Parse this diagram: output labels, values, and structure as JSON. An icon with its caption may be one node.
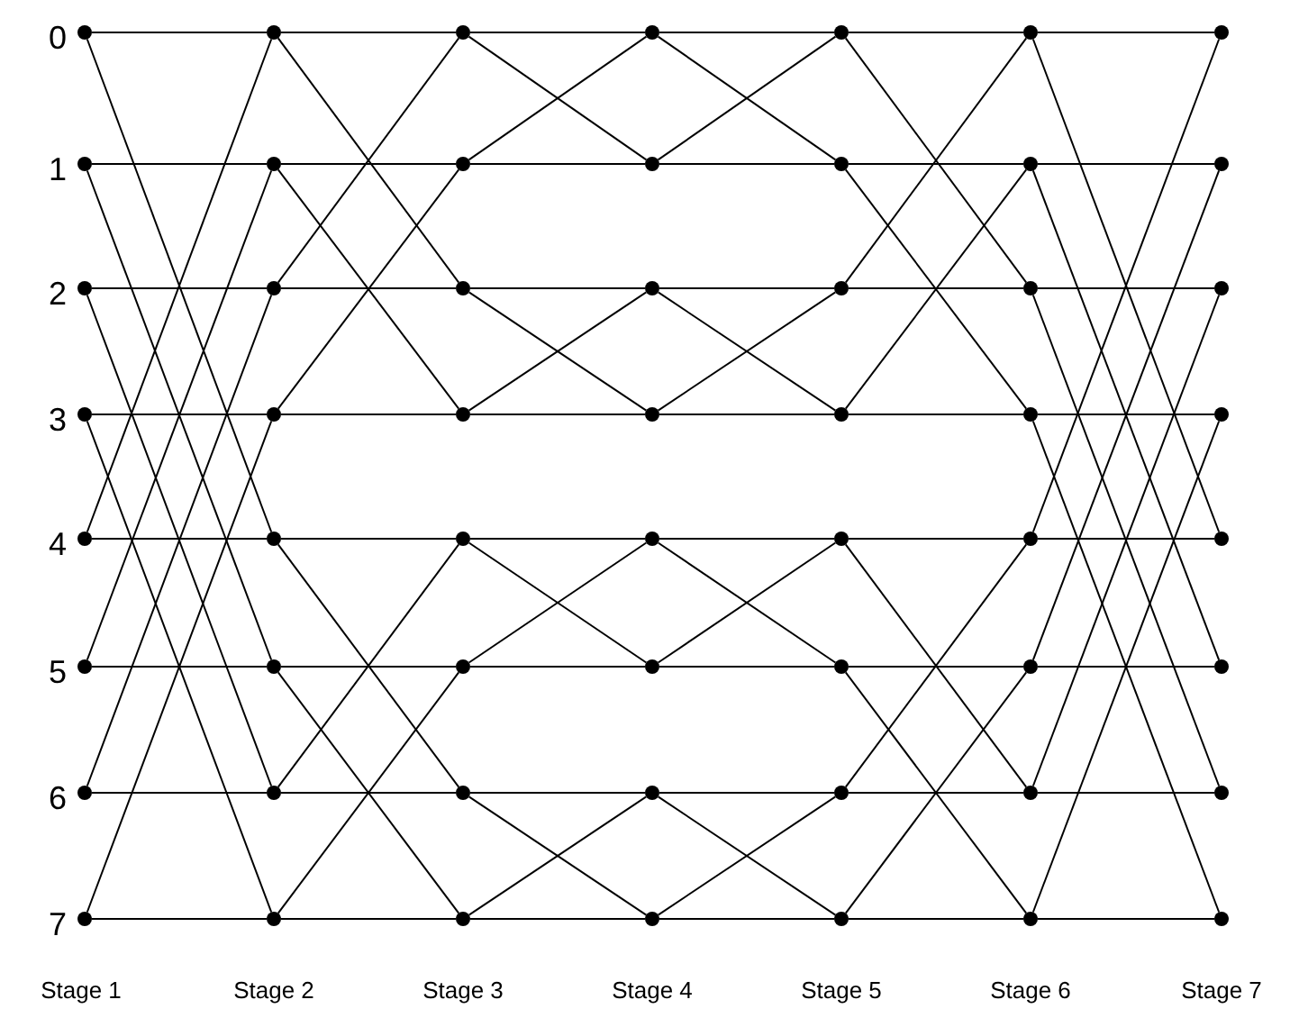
{
  "diagram": {
    "nodes": [
      {
        "text": [],
        "shape": "circle",
        "beside": [
          "0"
        ]
      },
      {
        "text": [],
        "shape": "circle"
      },
      {
        "text": [],
        "shape": "circle"
      },
      {
        "text": [],
        "shape": "circle"
      },
      {
        "text": [],
        "shape": "circle"
      },
      {
        "text": [],
        "shape": "circle"
      },
      {
        "text": [],
        "shape": "circle"
      },
      {
        "text": [],
        "shape": "circle",
        "beside": [
          "1"
        ]
      },
      {
        "text": [],
        "shape": "circle"
      },
      {
        "text": [],
        "shape": "circle"
      },
      {
        "text": [],
        "shape": "circle"
      },
      {
        "text": [],
        "shape": "circle"
      },
      {
        "text": [],
        "shape": "circle"
      },
      {
        "text": [],
        "shape": "circle"
      },
      {
        "text": [],
        "shape": "circle",
        "beside": [
          "2"
        ]
      },
      {
        "text": [],
        "shape": "circle"
      },
      {
        "text": [],
        "shape": "circle"
      },
      {
        "text": [],
        "shape": "circle"
      },
      {
        "text": [],
        "shape": "circle"
      },
      {
        "text": [],
        "shape": "circle"
      },
      {
        "text": [],
        "shape": "circle"
      },
      {
        "text": [],
        "shape": "circle",
        "beside": [
          "3"
        ]
      },
      {
        "text": [],
        "shape": "circle"
      },
      {
        "text": [],
        "shape": "circle"
      },
      {
        "text": [],
        "shape": "circle"
      },
      {
        "text": [],
        "shape": "circle"
      },
      {
        "text": [],
        "shape": "circle"
      },
      {
        "text": [],
        "shape": "circle"
      },
      {
        "text": [],
        "shape": "circle",
        "beside": [
          "4"
        ]
      },
      {
        "text": [],
        "shape": "circle"
      },
      {
        "text": [],
        "shape": "circle"
      },
      {
        "text": [],
        "shape": "circle"
      },
      {
        "text": [],
        "shape": "circle"
      },
      {
        "text": [],
        "shape": "circle"
      },
      {
        "text": [],
        "shape": "circle"
      },
      {
        "text": [],
        "shape": "circle",
        "beside": [
          "5"
        ]
      },
      {
        "text": [],
        "shape": "circle"
      },
      {
        "text": [],
        "shape": "circle"
      },
      {
        "text": [],
        "shape": "circle"
      },
      {
        "text": [],
        "shape": "circle"
      },
      {
        "text": [],
        "shape": "circle"
      },
      {
        "text": [],
        "shape": "circle"
      },
      {
        "text": [],
        "shape": "circle",
        "beside": [
          "6"
        ]
      },
      {
        "text": [],
        "shape": "circle"
      },
      {
        "text": [],
        "shape": "circle"
      },
      {
        "text": [],
        "shape": "circle"
      },
      {
        "text": [],
        "shape": "circle"
      },
      {
        "text": [],
        "shape": "circle"
      },
      {
        "text": [],
        "shape": "circle"
      },
      {
        "text": [],
        "shape": "circle",
        "beside": [
          "7"
        ]
      },
      {
        "text": [],
        "shape": "circle"
      },
      {
        "text": [],
        "shape": "circle"
      },
      {
        "text": [],
        "shape": "circle"
      },
      {
        "text": [],
        "shape": "circle"
      },
      {
        "text": [],
        "shape": "circle"
      },
      {
        "text": [],
        "shape": "circle"
      }
    ],
    "edges": [
      {
        "from": 0,
        "to": 1,
        "arrow": "none"
      },
      {
        "from": 0,
        "to": 29,
        "arrow": "none"
      },
      {
        "from": 7,
        "to": 8,
        "arrow": "none"
      },
      {
        "from": 7,
        "to": 36,
        "arrow": "none"
      },
      {
        "from": 14,
        "to": 15,
        "arrow": "none"
      },
      {
        "from": 14,
        "to": 43,
        "arrow": "none"
      },
      {
        "from": 21,
        "to": 22,
        "arrow": "none"
      },
      {
        "from": 21,
        "to": 50,
        "arrow": "none"
      },
      {
        "from": 28,
        "to": 29,
        "arrow": "none"
      },
      {
        "from": 28,
        "to": 1,
        "arrow": "none"
      },
      {
        "from": 35,
        "to": 36,
        "arrow": "none"
      },
      {
        "from": 35,
        "to": 8,
        "arrow": "none"
      },
      {
        "from": 42,
        "to": 43,
        "arrow": "none"
      },
      {
        "from": 42,
        "to": 15,
        "arrow": "none"
      },
      {
        "from": 49,
        "to": 50,
        "arrow": "none"
      },
      {
        "from": 49,
        "to": 22,
        "arrow": "none"
      },
      {
        "from": 1,
        "to": 2,
        "arrow": "none"
      },
      {
        "from": 1,
        "to": 16,
        "arrow": "none"
      },
      {
        "from": 8,
        "to": 9,
        "arrow": "none"
      },
      {
        "from": 8,
        "to": 23,
        "arrow": "none"
      },
      {
        "from": 15,
        "to": 16,
        "arrow": "none"
      },
      {
        "from": 15,
        "to": 2,
        "arrow": "none"
      },
      {
        "from": 22,
        "to": 23,
        "arrow": "none"
      },
      {
        "from": 22,
        "to": 9,
        "arrow": "none"
      },
      {
        "from": 29,
        "to": 30,
        "arrow": "none"
      },
      {
        "from": 29,
        "to": 44,
        "arrow": "none"
      },
      {
        "from": 36,
        "to": 37,
        "arrow": "none"
      },
      {
        "from": 36,
        "to": 51,
        "arrow": "none"
      },
      {
        "from": 43,
        "to": 44,
        "arrow": "none"
      },
      {
        "from": 43,
        "to": 30,
        "arrow": "none"
      },
      {
        "from": 50,
        "to": 51,
        "arrow": "none"
      },
      {
        "from": 50,
        "to": 37,
        "arrow": "none"
      },
      {
        "from": 2,
        "to": 3,
        "arrow": "none"
      },
      {
        "from": 2,
        "to": 10,
        "arrow": "none"
      },
      {
        "from": 9,
        "to": 10,
        "arrow": "none"
      },
      {
        "from": 9,
        "to": 3,
        "arrow": "none"
      },
      {
        "from": 16,
        "to": 17,
        "arrow": "none"
      },
      {
        "from": 16,
        "to": 24,
        "arrow": "none"
      },
      {
        "from": 23,
        "to": 24,
        "arrow": "none"
      },
      {
        "from": 23,
        "to": 17,
        "arrow": "none"
      },
      {
        "from": 30,
        "to": 31,
        "arrow": "none"
      },
      {
        "from": 30,
        "to": 38,
        "arrow": "none"
      },
      {
        "from": 37,
        "to": 38,
        "arrow": "none"
      },
      {
        "from": 37,
        "to": 31,
        "arrow": "none"
      },
      {
        "from": 44,
        "to": 45,
        "arrow": "none"
      },
      {
        "from": 44,
        "to": 52,
        "arrow": "none"
      },
      {
        "from": 51,
        "to": 52,
        "arrow": "none"
      },
      {
        "from": 51,
        "to": 45,
        "arrow": "none"
      },
      {
        "from": 3,
        "to": 4,
        "arrow": "none"
      },
      {
        "from": 3,
        "to": 11,
        "arrow": "none"
      },
      {
        "from": 10,
        "to": 11,
        "arrow": "none"
      },
      {
        "from": 10,
        "to": 4,
        "arrow": "none"
      },
      {
        "from": 17,
        "to": 18,
        "arrow": "none"
      },
      {
        "from": 17,
        "to": 25,
        "arrow": "none"
      },
      {
        "from": 24,
        "to": 25,
        "arrow": "none"
      },
      {
        "from": 24,
        "to": 18,
        "arrow": "none"
      },
      {
        "from": 31,
        "to": 32,
        "arrow": "none"
      },
      {
        "from": 31,
        "to": 39,
        "arrow": "none"
      },
      {
        "from": 38,
        "to": 39,
        "arrow": "none"
      },
      {
        "from": 38,
        "to": 32,
        "arrow": "none"
      },
      {
        "from": 45,
        "to": 46,
        "arrow": "none"
      },
      {
        "from": 45,
        "to": 53,
        "arrow": "none"
      },
      {
        "from": 52,
        "to": 53,
        "arrow": "none"
      },
      {
        "from": 52,
        "to": 46,
        "arrow": "none"
      },
      {
        "from": 4,
        "to": 5,
        "arrow": "none"
      },
      {
        "from": 4,
        "to": 19,
        "arrow": "none"
      },
      {
        "from": 11,
        "to": 12,
        "arrow": "none"
      },
      {
        "from": 11,
        "to": 26,
        "arrow": "none"
      },
      {
        "from": 18,
        "to": 19,
        "arrow": "none"
      },
      {
        "from": 18,
        "to": 5,
        "arrow": "none"
      },
      {
        "from": 25,
        "to": 26,
        "arrow": "none"
      },
      {
        "from": 25,
        "to": 12,
        "arrow": "none"
      },
      {
        "from": 32,
        "to": 33,
        "arrow": "none"
      },
      {
        "from": 32,
        "to": 47,
        "arrow": "none"
      },
      {
        "from": 39,
        "to": 40,
        "arrow": "none"
      },
      {
        "from": 39,
        "to": 54,
        "arrow": "none"
      },
      {
        "from": 46,
        "to": 47,
        "arrow": "none"
      },
      {
        "from": 46,
        "to": 33,
        "arrow": "none"
      },
      {
        "from": 53,
        "to": 54,
        "arrow": "none"
      },
      {
        "from": 53,
        "to": 40,
        "arrow": "none"
      },
      {
        "from": 5,
        "to": 6,
        "arrow": "none"
      },
      {
        "from": 5,
        "to": 34,
        "arrow": "none"
      },
      {
        "from": 12,
        "to": 13,
        "arrow": "none"
      },
      {
        "from": 12,
        "to": 41,
        "arrow": "none"
      },
      {
        "from": 19,
        "to": 20,
        "arrow": "none"
      },
      {
        "from": 19,
        "to": 48,
        "arrow": "none"
      },
      {
        "from": 26,
        "to": 27,
        "arrow": "none"
      },
      {
        "from": 26,
        "to": 55,
        "arrow": "none"
      },
      {
        "from": 33,
        "to": 34,
        "arrow": "none"
      },
      {
        "from": 33,
        "to": 6,
        "arrow": "none"
      },
      {
        "from": 40,
        "to": 41,
        "arrow": "none"
      },
      {
        "from": 40,
        "to": 13,
        "arrow": "none"
      },
      {
        "from": 47,
        "to": 48,
        "arrow": "none"
      },
      {
        "from": 47,
        "to": 20,
        "arrow": "none"
      },
      {
        "from": 54,
        "to": 55,
        "arrow": "none"
      },
      {
        "from": 54,
        "to": 27,
        "arrow": "none"
      }
    ],
    "labels": [
      "Stage 1",
      "Stage 2",
      "Stage 3",
      "Stage 4",
      "Stage 5",
      "Stage 6",
      "Stage 7"
    ]
  }
}
